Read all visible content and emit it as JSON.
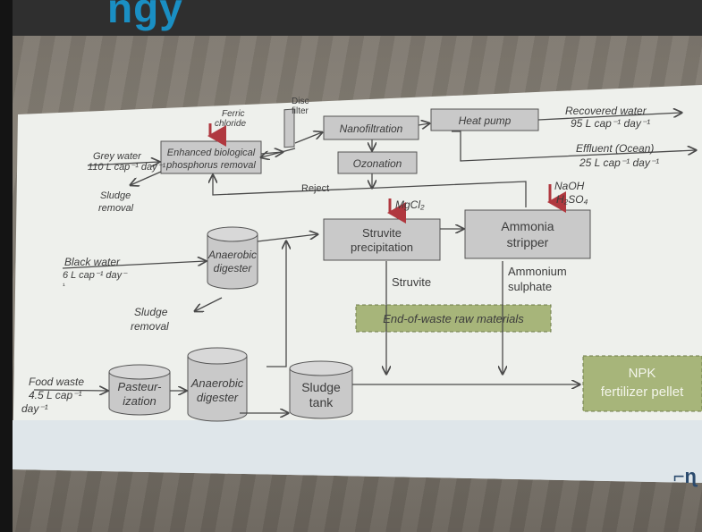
{
  "header": {
    "title": "ngy"
  },
  "inputs": {
    "grey_water_label": "Grey water",
    "grey_water_rate": "110 L cap⁻¹ day⁻¹",
    "black_water_label": "Black water",
    "black_water_rate": "6 L cap⁻¹ day⁻",
    "black_water_rate_cont": "¹",
    "food_waste_label": "Food waste",
    "food_waste_rate": "4.5 L cap⁻¹",
    "food_waste_rate_cont": "day⁻¹"
  },
  "chemicals": {
    "ferric_line1": "Ferric",
    "ferric_line2": "chloride",
    "disc_line1": "Disc",
    "disc_line2": "filter",
    "mgcl2": "MgCl₂",
    "naoh": "NaOH",
    "h2so4": "H₂SO₄"
  },
  "boxes": {
    "ebpr_line1": "Enhanced biological",
    "ebpr_line2": "phosphorus removal",
    "nanofiltration": "Nanofiltration",
    "heat_pump": "Heat pump",
    "ozonation": "Ozonation",
    "struvite_line1": "Struvite",
    "struvite_line2": "precipitation",
    "ammonia_line1": "Ammonia",
    "ammonia_line2": "stripper",
    "anaerobic1_line1": "Anaerobic",
    "anaerobic1_line2": "digester",
    "pasteur_line1": "Pasteur-",
    "pasteur_line2": "ization",
    "anaerobic2_line1": "Anaerobic",
    "anaerobic2_line2": "digester",
    "sludge_tank_line1": "Sludge",
    "sludge_tank_line2": "tank",
    "end_of_waste": "End-of-waste raw materials",
    "npk_line1": "NPK",
    "npk_line2": "fertilizer pellet"
  },
  "outputs": {
    "recovered_water": "Recovered water",
    "recovered_rate": "95 L cap⁻¹ day⁻¹",
    "effluent": "Effluent (Ocean)",
    "effluent_rate": "25 L cap⁻¹ day⁻¹",
    "reject": "Reject",
    "sludge_removal1_line1": "Sludge",
    "sludge_removal1_line2": "removal",
    "sludge_removal2_line1": "Sludge",
    "sludge_removal2_line2": "removal",
    "struvite": "Struvite",
    "ammonium_line1": "Ammonium",
    "ammonium_line2": "sulphate"
  },
  "logo": {
    "text": "⌐ɳ"
  },
  "colors": {
    "box_fill": "#c9c9c9",
    "green_fill": "#a7b57a",
    "arrow_red": "#b0383f",
    "slide_bg": "#eef0ec",
    "title_blue": "#1a8fc3"
  }
}
